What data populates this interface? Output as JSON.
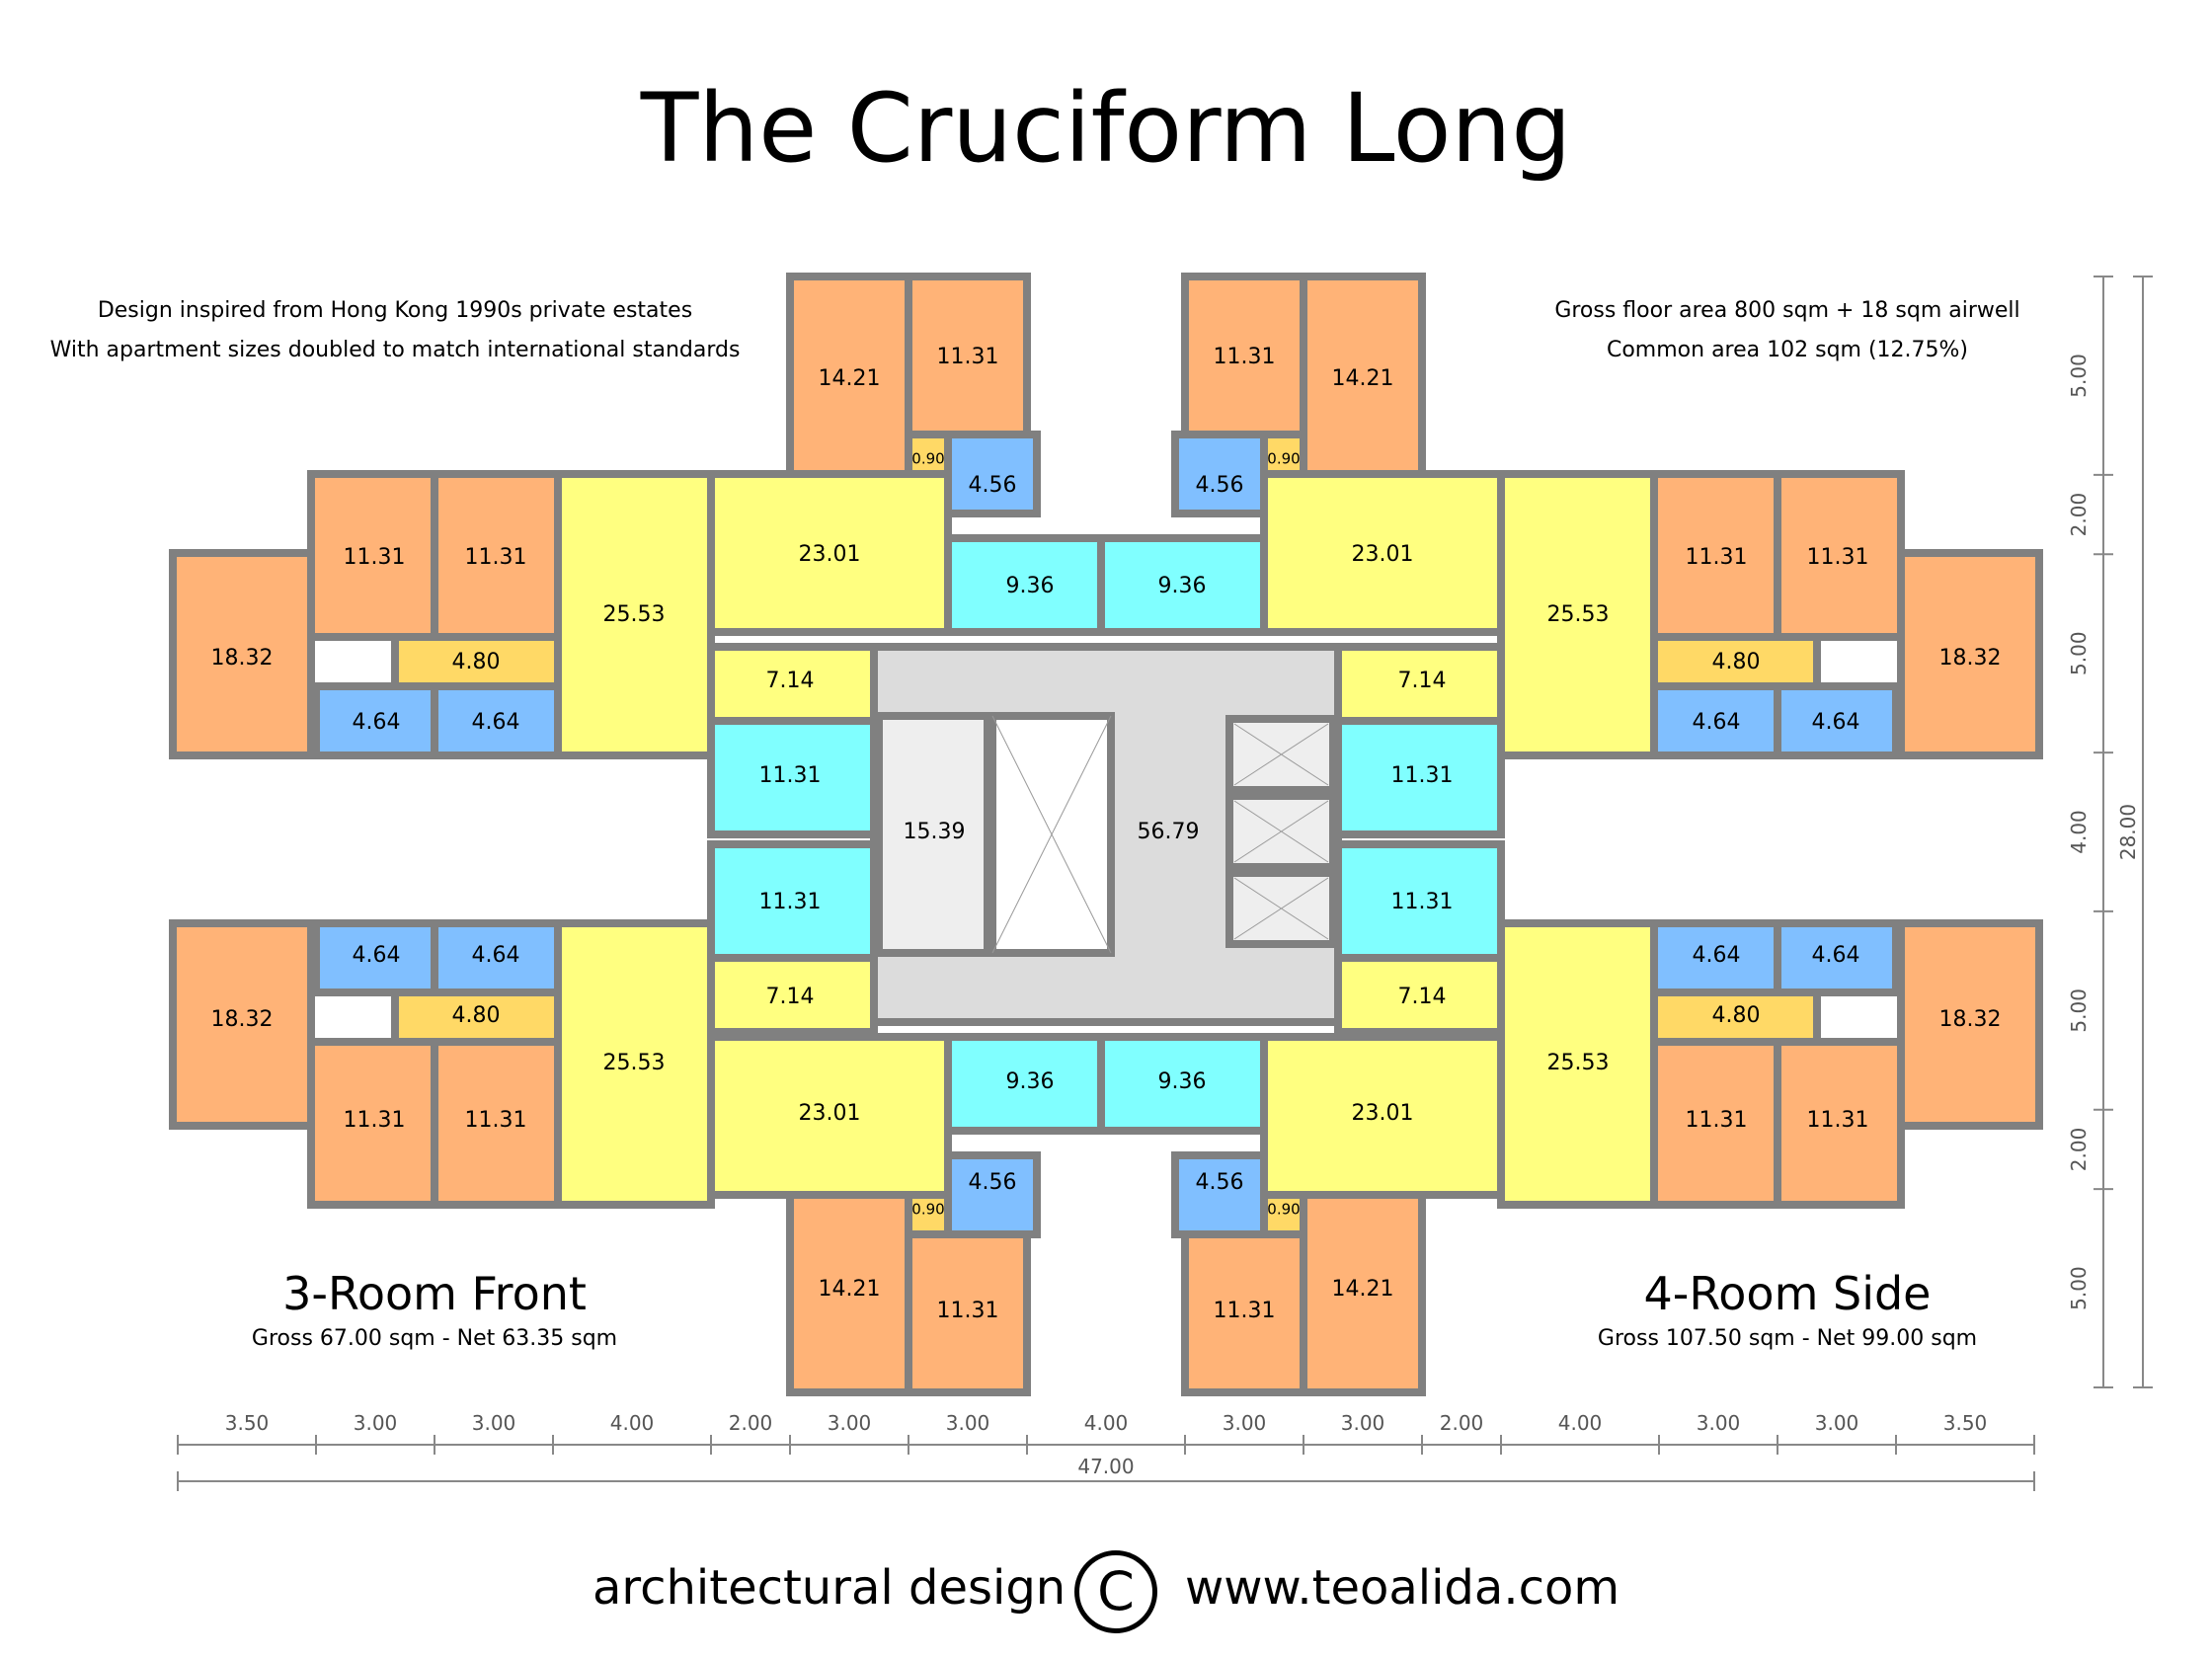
{
  "title": "The Cruciform Long",
  "notes_left": [
    "Design inspired from Hong Kong 1990s private estates",
    "With apartment sizes doubled to match international standards"
  ],
  "notes_right": [
    "Gross floor area 800 sqm + 18 sqm airwell",
    "Common area 102 sqm (12.75%)"
  ],
  "unit_3room": {
    "name": "3-Room Front",
    "areas": "Gross 67.00 sqm - Net 63.35 sqm"
  },
  "unit_4room": {
    "name": "4-Room Side",
    "areas": "Gross 107.50 sqm - Net 99.00 sqm"
  },
  "core": {
    "lobby": "56.79",
    "stair": "15.39"
  },
  "room_labels": {
    "front_bed1": "14.21",
    "front_bed2": "11.31",
    "front_door": "0.90",
    "front_bath": "4.56",
    "front_living": "23.01",
    "front_kitchen": "9.36",
    "side_bed_big": "18.32",
    "side_bed": "11.31",
    "side_living": "25.53",
    "side_hall": "4.80",
    "side_bath": "4.64",
    "side_corridor": "7.14",
    "side_kitchen": "11.31"
  },
  "colors": {
    "bedroom": "#ffb377",
    "living": "#ffff80",
    "kitchen": "#80ffff",
    "bath": "#80bfff",
    "hall": "#ffd966",
    "core": "#dcdcdc",
    "wall": "#808080",
    "furniture": "#ff0000",
    "plumbing": "#0000ff"
  },
  "dimensions": {
    "horizontal": [
      "3.50",
      "3.00",
      "3.00",
      "4.00",
      "2.00",
      "3.00",
      "3.00",
      "4.00",
      "3.00",
      "3.00",
      "2.00",
      "4.00",
      "3.00",
      "3.00",
      "3.50"
    ],
    "total": "47.00",
    "vertical": [
      "5.00",
      "2.00",
      "5.00",
      "4.00",
      "5.00",
      "2.00",
      "5.00"
    ],
    "vertical_total": "28.00"
  },
  "footer": {
    "left": "architectural design",
    "symbol": "C",
    "right": "www.teoalida.com"
  }
}
